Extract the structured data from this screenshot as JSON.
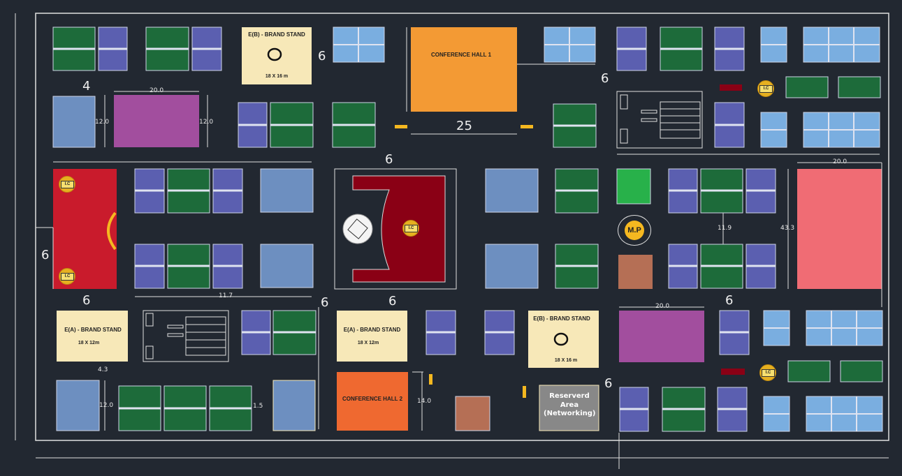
{
  "labels": {
    "eb_stand": "E(B) - BRAND STAND",
    "eb_size": "18 X 16 m",
    "ea_stand": "E(A) - BRAND STAND",
    "ea_size": "18 X 12m",
    "conf_hall_1": "CONFERENCE HALL 1",
    "conf_hall_2": "CONFERENCE HALL 2",
    "reserved_area": "Reserverd Area (Networking)",
    "info_counter": "I.C",
    "mp": "M.P"
  },
  "dimensions": {
    "six": "6",
    "four": "4",
    "twenty_five": "25",
    "twenty": "20.0",
    "twelve": "12.0",
    "eleven_nine": "11.9",
    "fourteen": "14.0",
    "four_three": "4.3",
    "one_five": "1.5",
    "forty_three": "43.3",
    "eleven_seven": "11.7"
  },
  "colors": {
    "background": "#222831",
    "booth_purple": "#5b5fb0",
    "booth_green": "#1d6b3a",
    "booth_light_blue": "#7aaee0",
    "booth_steel_blue": "#6d8fc0",
    "stand_cream": "#f7e8b8",
    "hall_orange": "#f39a34",
    "hall_red_orange": "#ef6930",
    "magenta": "#a24e9e",
    "red_zone": "#c91b2c",
    "maroon": "#8a0015",
    "pink": "#f06c74",
    "bright_green": "#28b14a",
    "brown": "#b56f55",
    "grey": "#888888",
    "accent_yellow": "#f5b820"
  }
}
